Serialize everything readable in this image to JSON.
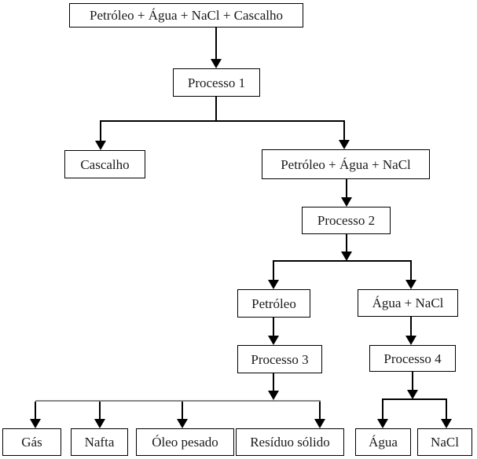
{
  "diagram": {
    "type": "flowchart",
    "description": "Petroleum mixture separation process flowchart",
    "language": "pt-BR"
  },
  "nodes": {
    "mixture_full": {
      "label": "Petróleo + Água + NaCl + Cascalho"
    },
    "processo_1": {
      "label": "Processo 1"
    },
    "cascalho": {
      "label": "Cascalho"
    },
    "mixture_oil_water_salt": {
      "label": "Petróleo + Água + NaCl"
    },
    "processo_2": {
      "label": "Processo 2"
    },
    "petroleo": {
      "label": "Petróleo"
    },
    "agua_nacl": {
      "label": "Água + NaCl"
    },
    "processo_3": {
      "label": "Processo 3"
    },
    "processo_4": {
      "label": "Processo 4"
    },
    "gas": {
      "label": "Gás"
    },
    "nafta": {
      "label": "Nafta"
    },
    "oleo_pesado": {
      "label": "Óleo pesado"
    },
    "residuo_solido": {
      "label": "Resíduo sólido"
    },
    "agua": {
      "label": "Água"
    },
    "nacl": {
      "label": "NaCl"
    }
  },
  "edges": [
    {
      "from": "mixture_full",
      "to": "processo_1"
    },
    {
      "from": "processo_1",
      "to": "cascalho"
    },
    {
      "from": "processo_1",
      "to": "mixture_oil_water_salt"
    },
    {
      "from": "mixture_oil_water_salt",
      "to": "processo_2"
    },
    {
      "from": "processo_2",
      "to": "petroleo"
    },
    {
      "from": "processo_2",
      "to": "agua_nacl"
    },
    {
      "from": "petroleo",
      "to": "processo_3"
    },
    {
      "from": "agua_nacl",
      "to": "processo_4"
    },
    {
      "from": "processo_3",
      "to": "gas"
    },
    {
      "from": "processo_3",
      "to": "nafta"
    },
    {
      "from": "processo_3",
      "to": "oleo_pesado"
    },
    {
      "from": "processo_3",
      "to": "residuo_solido"
    },
    {
      "from": "processo_4",
      "to": "agua"
    },
    {
      "from": "processo_4",
      "to": "nacl"
    }
  ],
  "colors": {
    "background": "#ffffff",
    "box_fill": "#ffffff",
    "box_border": "#000000",
    "text": "#1a1a1a",
    "connector": "#000000",
    "processo3_branch_line": "#888888"
  }
}
